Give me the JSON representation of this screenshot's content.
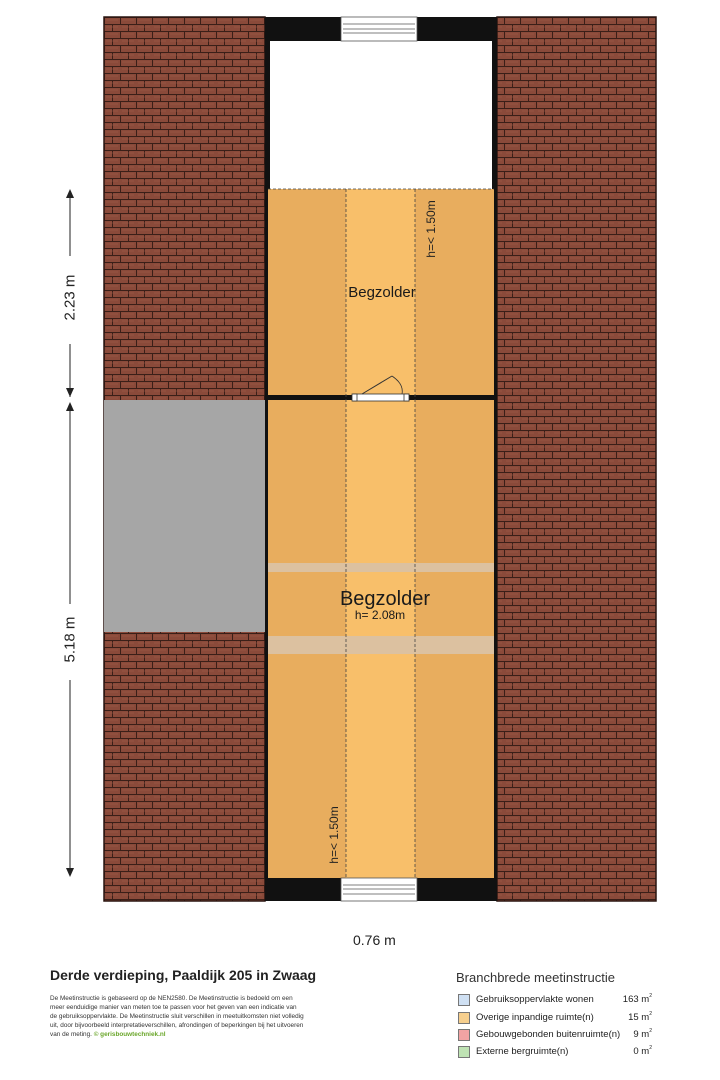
{
  "plan": {
    "rooms": [
      {
        "label": "Begzolder",
        "height_note": "h=< 1.50m"
      },
      {
        "label": "Begzolder",
        "height_note": "h= 2.08m",
        "secondary_height_note": "h=< 1.50m"
      }
    ],
    "dimensions": {
      "upper_vertical": "2.23 m",
      "lower_vertical": "5.18 m",
      "horizontal": "0.76 m"
    }
  },
  "footer": {
    "title": "Derde verdieping, Paaldijk 205 in Zwaag",
    "description": "De Meetinstructie is gebaseerd op de NEN2580. De Meetinstructie is bedoeld om een meer eenduidige manier van meten toe te passen voor het geven van een indicatie van de gebruiksoppervlakte. De Meetinstructie sluit verschillen in meetuitkomsten niet volledig uit, door bijvoorbeeld interpretatieverschillen, afrondingen of beperkingen bij het uitvoeren van de meting.",
    "brand": "© gerisbouwtechniek.nl"
  },
  "legend": {
    "title": "Branchbrede meetinstructie",
    "unit": "m",
    "unit_exp": "2",
    "items": [
      {
        "label": "Gebruiksoppervlakte wonen",
        "value": "163",
        "color": "#cfe0f3"
      },
      {
        "label": "Overige inpandige ruimte(n)",
        "value": "15",
        "color": "#f6cf8e"
      },
      {
        "label": "Gebouwgebonden buitenruimte(n)",
        "value": "9",
        "color": "#f2a3a3"
      },
      {
        "label": "Externe bergruimte(n)",
        "value": "0",
        "color": "#bfe3b4"
      }
    ]
  },
  "colors": {
    "roof_tile": "#8a4a3a",
    "roof_outline": "#3a1f18",
    "attic_dark": "#e8ad5e",
    "attic_light": "#f8bf6a",
    "void_gray": "#a6a6a6",
    "wall": "#111111"
  }
}
